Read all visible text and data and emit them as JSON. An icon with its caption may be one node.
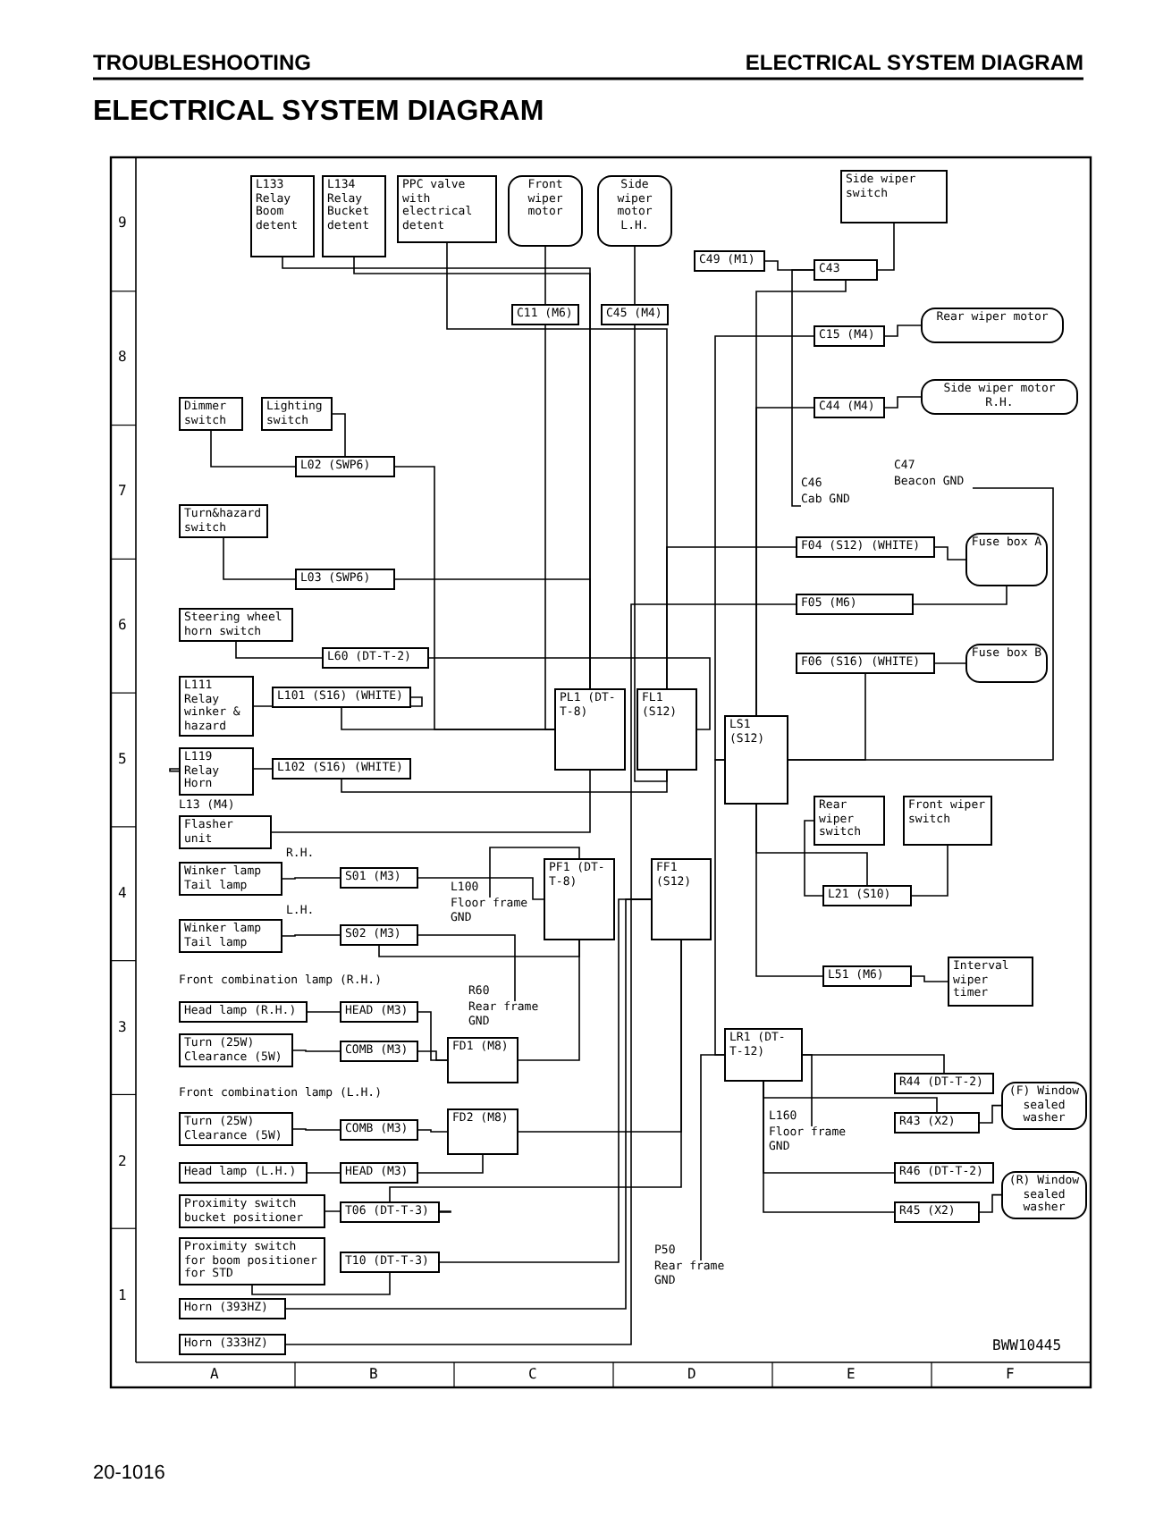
{
  "diagram": {
    "title": "ELECTRICAL SYSTEM DIAGRAM",
    "nodes": [
      {
        "text": [
          "L133 Relay Boom detent"
        ]
      },
      {
        "text": [
          "L134 Relay Bucket detent"
        ]
      },
      {
        "text": [
          "PPC valve with electrical detent"
        ]
      },
      {
        "text": [
          "Front wiper motor"
        ]
      },
      {
        "text": [
          "Side wiper motor L.H."
        ]
      },
      {
        "text": [
          "C11 (M6)"
        ]
      },
      {
        "text": [
          "C45 (M4)"
        ]
      },
      {
        "text": [
          "C49 (M1)"
        ]
      },
      {
        "text": [
          "Side wiper switch"
        ]
      },
      {
        "text": [
          "C43"
        ]
      },
      {
        "text": [
          "C15 (M4)"
        ]
      },
      {
        "text": [
          "Rear wiper motor"
        ]
      },
      {
        "text": [
          "C44 (M4)"
        ]
      },
      {
        "text": [
          "Side wiper motor R.H."
        ]
      },
      {
        "text": [
          "Beacon GND"
        ],
        "beside": [
          "C47"
        ]
      },
      {
        "text": [
          "Cab GND"
        ],
        "beside": [
          "C46"
        ]
      },
      {
        "text": [
          "Dimmer switch"
        ]
      },
      {
        "text": [
          "Lighting switch"
        ]
      },
      {
        "text": [
          "L02 (SWP6)"
        ]
      },
      {
        "text": [
          "Turn&hazard switch"
        ]
      },
      {
        "text": [
          "L03 (SWP6)"
        ]
      },
      {
        "text": [
          "Steering wheel horn switch"
        ]
      },
      {
        "text": [
          "L60 (DT-T-2)"
        ]
      },
      {
        "text": [
          "L111 Relay winker & hazard"
        ]
      },
      {
        "text": [
          "L101 (S16) (WHITE)"
        ]
      },
      {
        "text": [
          "L119 Relay Horn"
        ]
      },
      {
        "text": [
          "L102 (S16) (WHITE)"
        ]
      },
      {
        "text": [
          "Flasher unit"
        ],
        "beside": [
          "L13 (M4)"
        ]
      },
      {
        "text": [
          "PL1 (DT-T-8)"
        ]
      },
      {
        "text": [
          "FL1 (S12)"
        ]
      },
      {
        "text": [
          "PF1 (DT-T-8)"
        ]
      },
      {
        "text": [
          "FF1 (S12)"
        ]
      },
      {
        "text": [
          "LS1 (S12)"
        ]
      },
      {
        "text": [
          "F04 (S12) (WHITE)"
        ]
      },
      {
        "text": [
          "Fuse box A"
        ]
      },
      {
        "text": [
          "F05 (M6)"
        ]
      },
      {
        "text": [
          "F06 (S16) (WHITE)"
        ]
      },
      {
        "text": [
          "Fuse box B"
        ]
      },
      {
        "text": [
          "Rear wiper switch"
        ]
      },
      {
        "text": [
          "Front wiper switch"
        ]
      },
      {
        "text": [
          "L21 (S10)"
        ]
      },
      {
        "text": [
          "L51 (M6)"
        ]
      },
      {
        "text": [
          "Interval wiper timer"
        ]
      },
      {
        "text": [
          "Winker lamp Tail lamp"
        ],
        "beside": [
          "R.H."
        ]
      },
      {
        "text": [
          "S01 (M3)"
        ]
      },
      {
        "text": [
          "Winker lamp Tail lamp"
        ],
        "beside": [
          "L.H."
        ]
      },
      {
        "text": [
          "S02 (M3)"
        ]
      },
      {
        "text": [
          "Floor frame GND"
        ],
        "beside": [
          "L100"
        ]
      },
      {
        "text": [
          "Rear frame GND"
        ],
        "beside": [
          "R60"
        ]
      },
      {
        "text": [
          "Head lamp (R.H.)"
        ]
      },
      {
        "text": [
          "HEAD (M3)"
        ]
      },
      {
        "text": [
          "Turn (25W) Clearance (5W)"
        ]
      },
      {
        "text": [
          "COMB (M3)"
        ]
      },
      {
        "text": [
          "FD1 (M8)"
        ]
      },
      {
        "text": [
          "Turn (25W) Clearance (5W)"
        ]
      },
      {
        "text": [
          "COMB (M3)"
        ]
      },
      {
        "text": [
          "FD2 (M8)"
        ]
      },
      {
        "text": [
          "Head lamp (L.H.)"
        ]
      },
      {
        "text": [
          "HEAD (M3)"
        ]
      },
      {
        "text": [
          "Proximity switch bucket positioner"
        ]
      },
      {
        "text": [
          "T06 (DT-T-3)"
        ]
      },
      {
        "text": [
          "Proximity switch for boom positioner for STD"
        ]
      },
      {
        "text": [
          "T10 (DT-T-3)"
        ]
      },
      {
        "text": [
          "Horn (393HZ)"
        ]
      },
      {
        "text": [
          "Horn (333HZ)"
        ]
      },
      {
        "text": [
          "LR1 (DT-T-12)"
        ]
      },
      {
        "text": [
          "Floor frame GND"
        ],
        "beside": [
          "L160"
        ]
      },
      {
        "text": [
          "R44 (DT-T-2)"
        ]
      },
      {
        "text": [
          "R43 (X2)"
        ]
      },
      {
        "text": [
          "(F) Window sealed washer"
        ]
      },
      {
        "text": [
          "R46 (DT-T-2)"
        ]
      },
      {
        "text": [
          "R45 (X2)"
        ]
      },
      {
        "text": [
          "(R) Window sealed washer"
        ]
      },
      {
        "text": [
          "Rear frame GND"
        ],
        "beside": [
          "P50"
        ]
      }
    ],
    "edges": [
      {
        "from": 0,
        "to": 28,
        "arrow": "none"
      },
      {
        "from": 1,
        "to": 28,
        "arrow": "none"
      },
      {
        "from": 2,
        "to": 29,
        "arrow": "none"
      },
      {
        "from": 3,
        "to": 5,
        "arrow": "none"
      },
      {
        "from": 4,
        "to": 6,
        "arrow": "none"
      },
      {
        "from": 5,
        "to": 28,
        "arrow": "none"
      },
      {
        "from": 6,
        "to": 29,
        "arrow": "none"
      },
      {
        "from": 7,
        "to": 9,
        "arrow": "none"
      },
      {
        "from": 8,
        "to": 9,
        "arrow": "none"
      },
      {
        "from": 9,
        "to": 32,
        "arrow": "none"
      },
      {
        "from": 11,
        "to": 10,
        "arrow": "none"
      },
      {
        "from": 10,
        "to": 32,
        "arrow": "none"
      },
      {
        "from": 13,
        "to": 12,
        "arrow": "none"
      },
      {
        "from": 12,
        "to": 32,
        "arrow": "none"
      },
      {
        "from": 14,
        "to": 32,
        "arrow": "none"
      },
      {
        "from": 15,
        "to": 9,
        "arrow": "none"
      },
      {
        "from": 16,
        "to": 18,
        "arrow": "none"
      },
      {
        "from": 17,
        "to": 18,
        "arrow": "none"
      },
      {
        "from": 18,
        "to": 28,
        "arrow": "none"
      },
      {
        "from": 19,
        "to": 20,
        "arrow": "none"
      },
      {
        "from": 20,
        "to": 28,
        "arrow": "none"
      },
      {
        "from": 21,
        "to": 22,
        "arrow": "none"
      },
      {
        "from": 22,
        "to": 29,
        "arrow": "none"
      },
      {
        "from": 23,
        "to": 24,
        "arrow": "none"
      },
      {
        "from": 24,
        "to": 28,
        "arrow": "none"
      },
      {
        "from": 25,
        "to": 26,
        "arrow": "none"
      },
      {
        "from": 26,
        "to": 29,
        "arrow": "none"
      },
      {
        "from": 27,
        "to": 28,
        "arrow": "none"
      },
      {
        "from": 29,
        "to": 33,
        "arrow": "none"
      },
      {
        "from": 33,
        "to": 34,
        "arrow": "none"
      },
      {
        "from": 31,
        "to": 35,
        "arrow": "none"
      },
      {
        "from": 35,
        "to": 34,
        "arrow": "none"
      },
      {
        "from": 32,
        "to": 36,
        "arrow": "none"
      },
      {
        "from": 36,
        "to": 37,
        "arrow": "none"
      },
      {
        "from": 38,
        "to": 40,
        "arrow": "none"
      },
      {
        "from": 39,
        "to": 40,
        "arrow": "none"
      },
      {
        "from": 40,
        "to": 32,
        "arrow": "none"
      },
      {
        "from": 41,
        "to": 42,
        "arrow": "none"
      },
      {
        "from": 41,
        "to": 32,
        "arrow": "none"
      },
      {
        "from": 43,
        "to": 44,
        "arrow": "none"
      },
      {
        "from": 44,
        "to": 30,
        "arrow": "none"
      },
      {
        "from": 45,
        "to": 46,
        "arrow": "none"
      },
      {
        "from": 46,
        "to": 30,
        "arrow": "none"
      },
      {
        "from": 47,
        "to": 30,
        "arrow": "none"
      },
      {
        "from": 48,
        "to": 46,
        "arrow": "none"
      },
      {
        "from": 49,
        "to": 50,
        "arrow": "none"
      },
      {
        "from": 50,
        "to": 53,
        "arrow": "none"
      },
      {
        "from": 51,
        "to": 52,
        "arrow": "none"
      },
      {
        "from": 52,
        "to": 53,
        "arrow": "none"
      },
      {
        "from": 53,
        "to": 30,
        "arrow": "none"
      },
      {
        "from": 54,
        "to": 55,
        "arrow": "none"
      },
      {
        "from": 55,
        "to": 56,
        "arrow": "none"
      },
      {
        "from": 56,
        "to": 31,
        "arrow": "none"
      },
      {
        "from": 57,
        "to": 58,
        "arrow": "none"
      },
      {
        "from": 58,
        "to": 56,
        "arrow": "none"
      },
      {
        "from": 59,
        "to": 60,
        "arrow": "none"
      },
      {
        "from": 60,
        "to": 31,
        "arrow": "none"
      },
      {
        "from": 61,
        "to": 62,
        "arrow": "none"
      },
      {
        "from": 62,
        "to": 31,
        "arrow": "none"
      },
      {
        "from": 63,
        "to": 31,
        "arrow": "none"
      },
      {
        "from": 64,
        "to": 31,
        "arrow": "none"
      },
      {
        "from": 32,
        "to": 65,
        "arrow": "none"
      },
      {
        "from": 66,
        "to": 65,
        "arrow": "none"
      },
      {
        "from": 65,
        "to": 67,
        "arrow": "none"
      },
      {
        "from": 65,
        "to": 68,
        "arrow": "none"
      },
      {
        "from": 68,
        "to": 69,
        "arrow": "none"
      },
      {
        "from": 65,
        "to": 70,
        "arrow": "none"
      },
      {
        "from": 65,
        "to": 71,
        "arrow": "none"
      },
      {
        "from": 71,
        "to": 72,
        "arrow": "none"
      },
      {
        "from": 73,
        "to": 65,
        "arrow": "none"
      }
    ],
    "labels": [
      "TROUBLESHOOTING",
      "ELECTRICAL SYSTEM DIAGRAM",
      "Front combination lamp (R.H.)",
      "Front combination lamp (L.H.)",
      "9",
      "8",
      "7",
      "6",
      "5",
      "4",
      "3",
      "2",
      "1",
      "A",
      "B",
      "C",
      "D",
      "E",
      "F",
      "BWW10445",
      "20-1016"
    ]
  }
}
